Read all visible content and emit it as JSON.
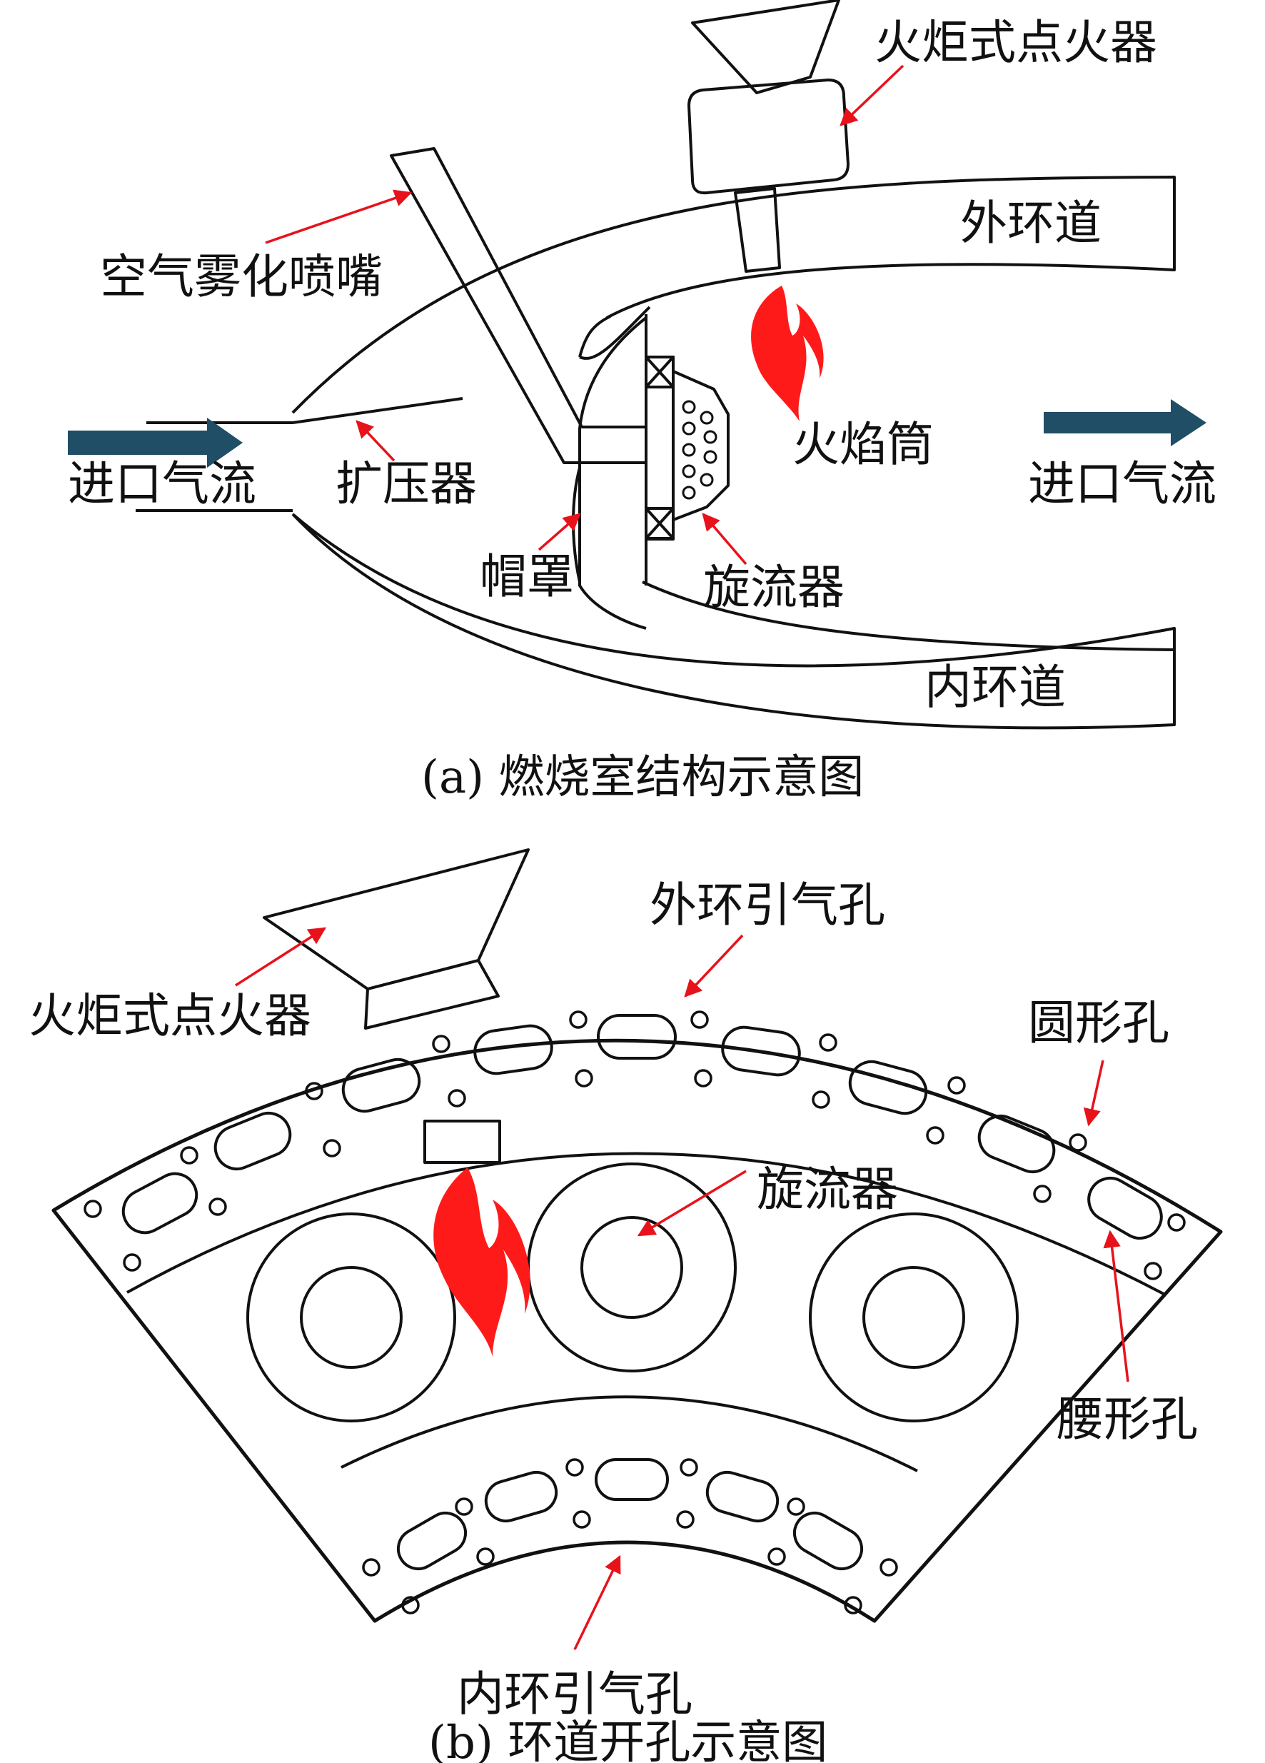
{
  "panel_a": {
    "caption": "(a) 燃烧室结构示意图",
    "labels": {
      "torch_igniter": "火炬式点火器",
      "outer_annulus": "外环道",
      "air_atomizing_nozzle": "空气雾化喷嘴",
      "inlet_left": "进口气流",
      "diffuser": "扩压器",
      "flame_tube": "火焰筒",
      "inlet_right": "进口气流",
      "cap": "帽罩",
      "swirler": "旋流器",
      "inner_annulus": "内环道"
    }
  },
  "panel_b": {
    "caption": "(b) 环道开孔示意图",
    "labels": {
      "torch_igniter": "火炬式点火器",
      "outer_bleed_holes": "外环引气孔",
      "round_hole": "圆形孔",
      "swirler": "旋流器",
      "waist_hole": "腰形孔",
      "inner_bleed_holes": "内环引气孔"
    }
  },
  "colors": {
    "line": "#111111",
    "arrow": "#e8121b",
    "flame": "#ff1a1a",
    "flow_arrow": "#1f4e66"
  },
  "icons": [
    "flow-arrow-icon",
    "flame-icon"
  ]
}
